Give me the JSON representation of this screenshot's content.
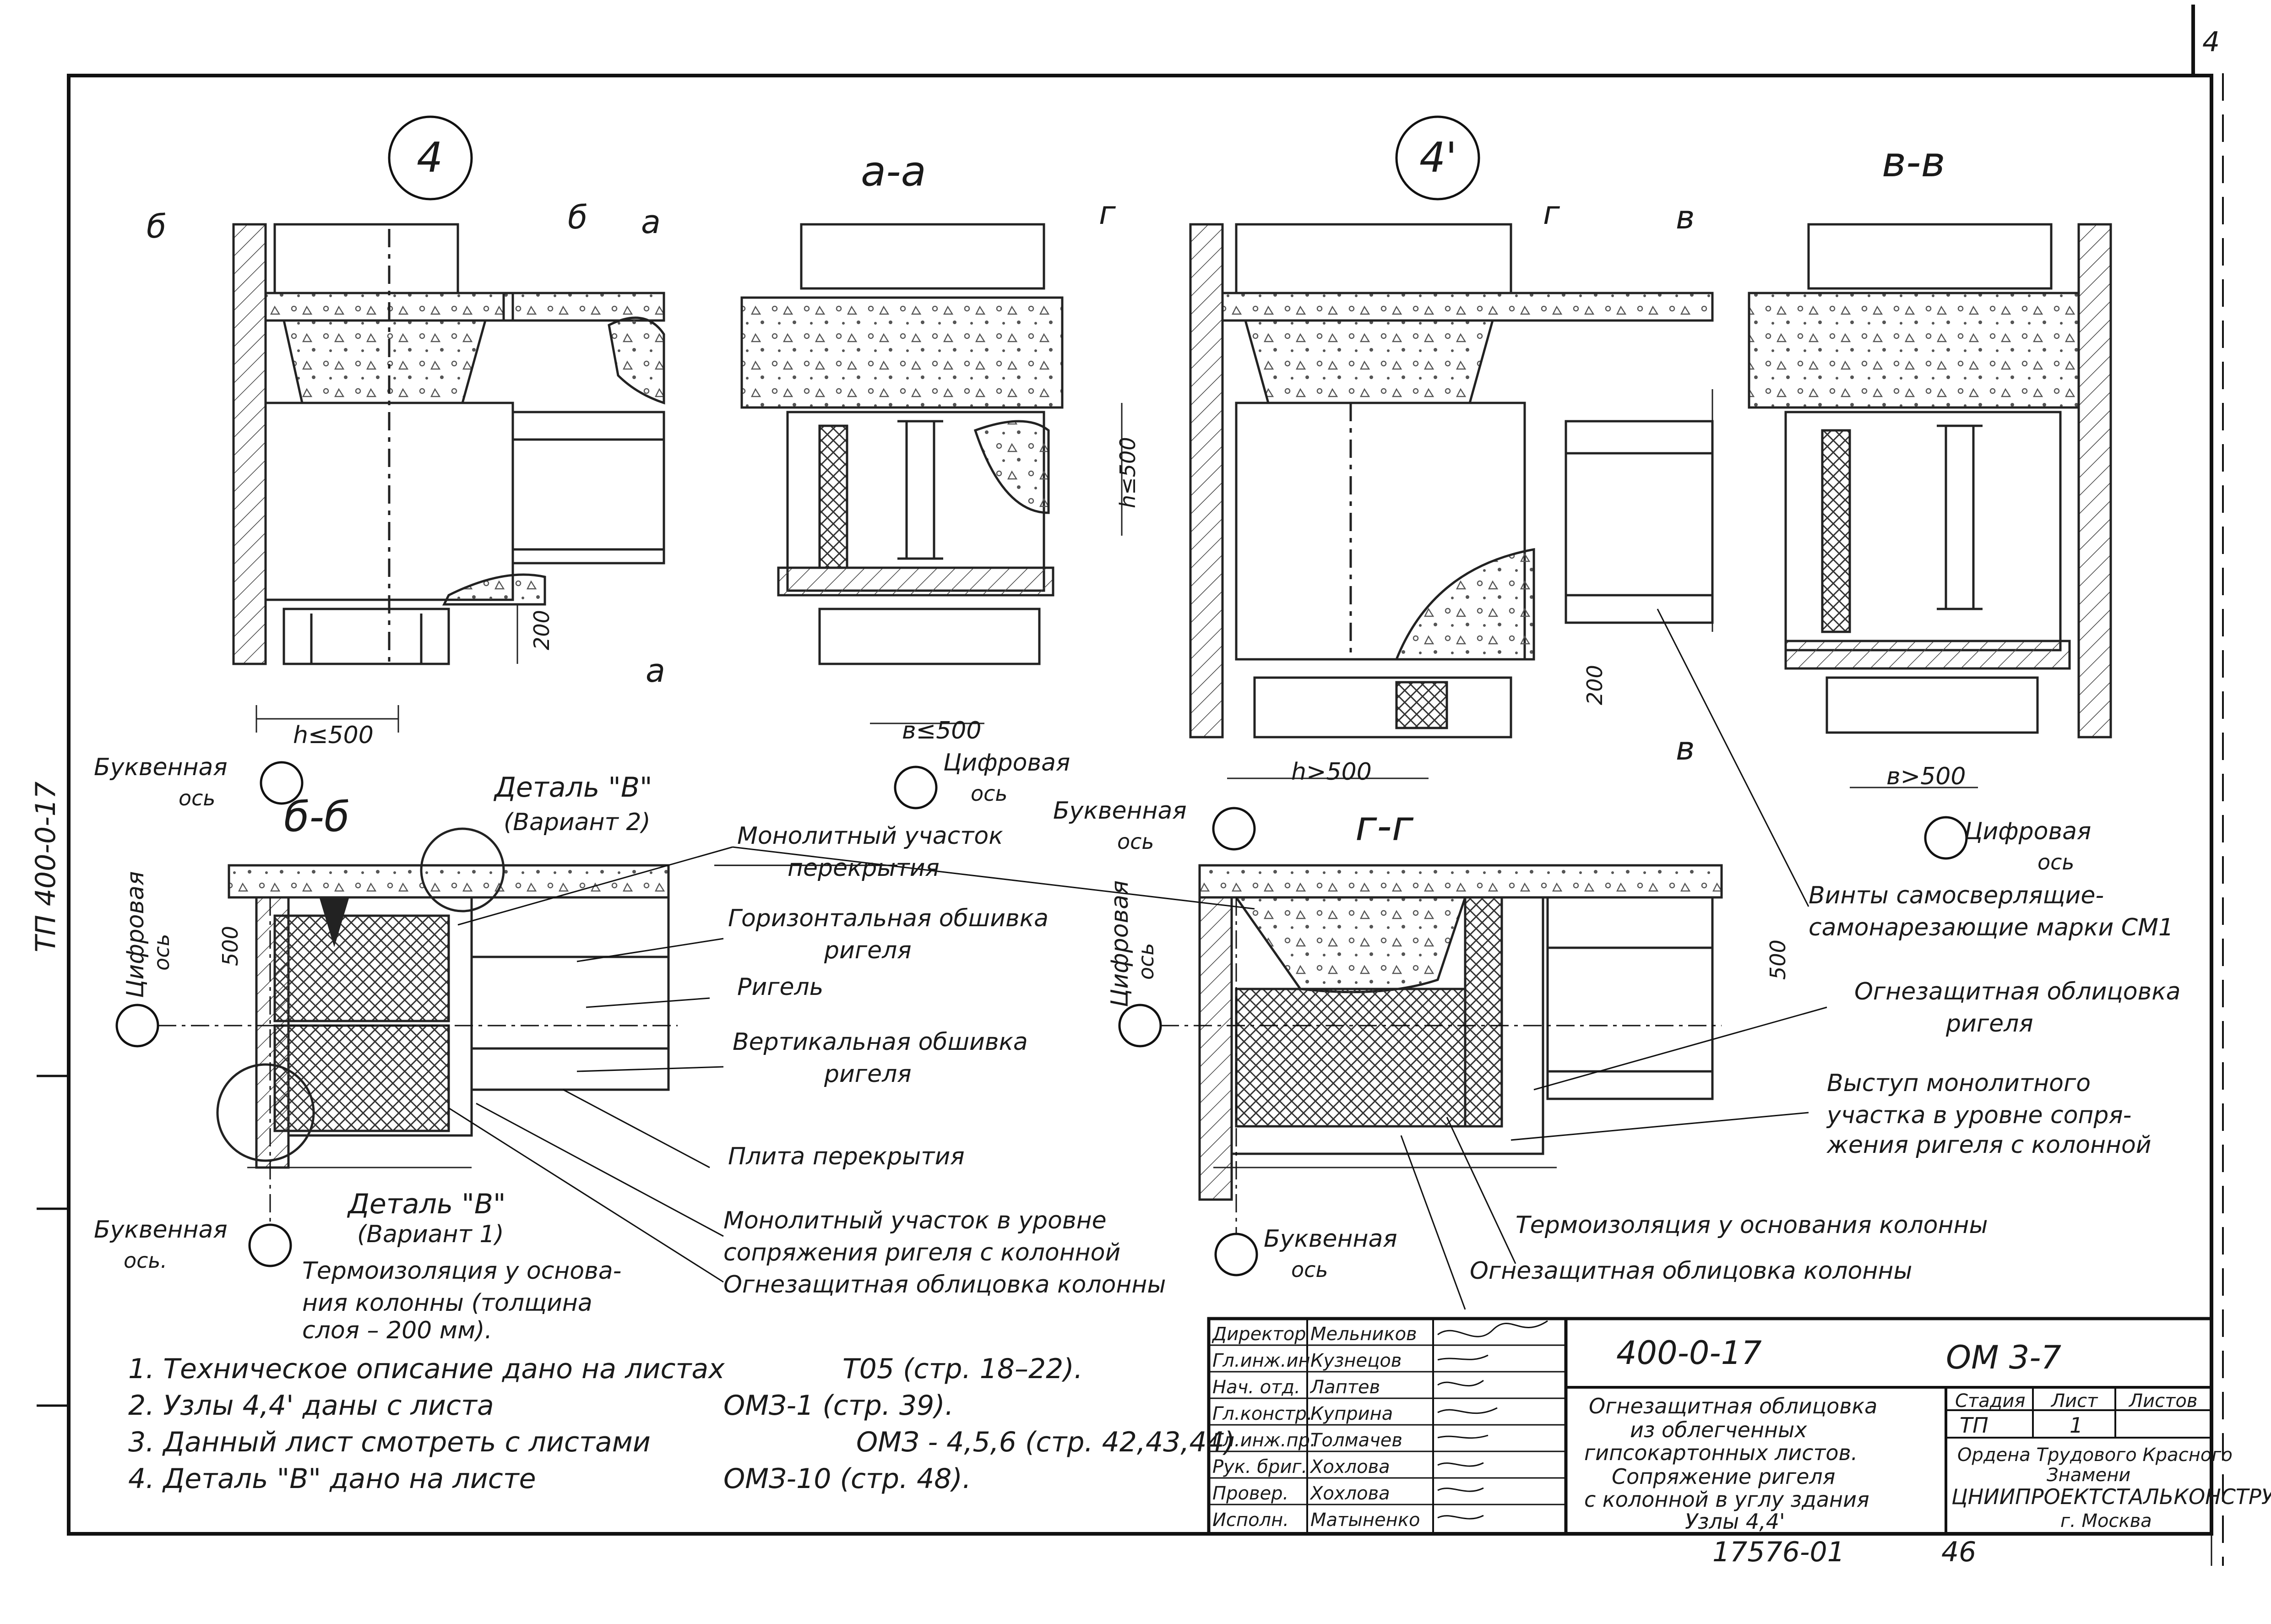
{
  "page_number": "4",
  "side_code": "ТП 400-0-17",
  "nodes": {
    "node_4": "4",
    "node_4p": "4'"
  },
  "sections": {
    "a_a": "а-а",
    "v_v": "в-в",
    "b_b": "б-б",
    "g_g": "г-г"
  },
  "cut_marks": {
    "b": "б",
    "a": "а",
    "g": "г",
    "v": "в"
  },
  "dimensions": {
    "h_le_500": "h≤500",
    "v_le_500": "в≤500",
    "h_gt_500": "h>500",
    "v_gt_500": "в>500",
    "h_le_500_vert": "h≤500",
    "d200": "200",
    "d200_2": "200",
    "d500": "500",
    "d500_2": "500"
  },
  "axes": {
    "lettered_1": "Буквенная",
    "lettered_1b": "ось",
    "digital_1": "Цифровая",
    "digital_1b": "ось",
    "lettered_2": "Буквенная",
    "lettered_2b": "ось",
    "digital_2": "Цифровая",
    "digital_2b": "ось",
    "digital_side_1": "Цифровая",
    "digital_side_1b": "ось",
    "digital_side_2": "Цифровая",
    "digital_side_2b": "ось",
    "lettered_3": "Буквенная",
    "lettered_3b": "ось.",
    "lettered_4": "Буквенная",
    "lettered_4b": "ось"
  },
  "details": {
    "detail_v2_a": "Деталь \"В\"",
    "detail_v2_b": "(Вариант 2)",
    "detail_v1_a": "Деталь \"В\"",
    "detail_v1_b": "(Вариант 1)"
  },
  "callouts": {
    "monolith_1": "Монолитный участок",
    "monolith_2": "перекрытия",
    "horiz_1": "Горизонтальная обшивка",
    "horiz_2": "ригеля",
    "rigel": "Ригель",
    "vert_1": "Вертикальная обшивка",
    "vert_2": "ригеля",
    "slab": "Плита перекрытия",
    "mono_level_1": "Монолитный участок в уровне",
    "mono_level_2": "сопряжения ригеля с колонной",
    "fire_col": "Огнезащитная облицовка колонны",
    "thermo_1": "Термоизоляция у основа-",
    "thermo_2": "ния колонны (толщина",
    "thermo_3": "слоя – 200 мм).",
    "screws_1": "Винты самосверлящие-",
    "screws_2": "самонарезающие марки СМ1",
    "fire_rig_1": "Огнезащитная облицовка",
    "fire_rig_2": "ригеля",
    "ledge_1": "Выступ монолитного",
    "ledge_2": "участка в уровне сопря-",
    "ledge_3": "жения ригеля с колонной",
    "thermo_base": "Термоизоляция у основания колонны",
    "fire_col_2": "Огнезащитная облицовка колонны"
  },
  "notes": [
    {
      "text": "1. Техническое описание дано на листах",
      "ref": "Т05 (стр. 18–22)."
    },
    {
      "text": "2. Узлы 4,4' даны с листа",
      "ref": "ОМЗ-1 (стр. 39)."
    },
    {
      "text": "3. Данный лист смотреть с листами",
      "ref": "ОМЗ - 4,5,6 (стр. 42,43,44)"
    },
    {
      "text": "4. Деталь \"В\" дано на листе",
      "ref": "ОМЗ-10 (стр. 48)."
    }
  ],
  "title_block": {
    "doc_code": "400-0-17",
    "sheet_code": "ОМ 3-7",
    "staff": [
      {
        "role": "Директор",
        "name": "Мельников"
      },
      {
        "role": "Гл.инж.ин",
        "name": "Кузнецов"
      },
      {
        "role": "Нач. отд.",
        "name": "Лаптев"
      },
      {
        "role": "Гл.констр.",
        "name": "Куприна"
      },
      {
        "role": "Гл.инж.пр.",
        "name": "Толмачев"
      },
      {
        "role": "Рук. бриг.",
        "name": "Хохлова"
      },
      {
        "role": "Провер.",
        "name": "Хохлова"
      },
      {
        "role": "Исполн.",
        "name": "Матыненко"
      }
    ],
    "description": [
      "Огнезащитная облицовка",
      "из облегченных",
      "гипсокартонных листов.",
      "Сопряжение ригеля",
      "с колонной в углу здания",
      "Узлы 4,4'"
    ],
    "stage_label": "Стадия",
    "sheet_label": "Лист",
    "sheets_label": "Листов",
    "stage_value": "ТП",
    "sheet_value": "1",
    "sheets_value": "",
    "org_1": "Ордена Трудового Красного",
    "org_2": "Знамени",
    "org_3": "ЦНИИПРОЕКТСТАЛЬКОНСТРУКЦИЯ",
    "org_4": "г. Москва"
  },
  "footer": {
    "inventory": "17576-01",
    "page": "46"
  }
}
